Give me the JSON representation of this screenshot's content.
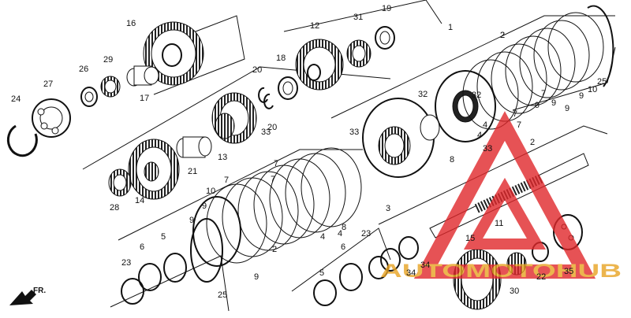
{
  "callouts": [
    "16",
    "29",
    "26",
    "27",
    "17",
    "24",
    "12",
    "31",
    "19",
    "18",
    "20",
    "20",
    "13",
    "21",
    "28",
    "14",
    "1",
    "2",
    "25",
    "10",
    "9",
    "9",
    "7",
    "9",
    "7",
    "7",
    "32",
    "33",
    "4",
    "4",
    "33",
    "8",
    "2",
    "3",
    "8",
    "4",
    "4",
    "7",
    "7",
    "10",
    "11",
    "33",
    "32",
    "9",
    "9",
    "9",
    "9",
    "7",
    "2",
    "2",
    "25",
    "6",
    "5",
    "23",
    "6",
    "5",
    "23",
    "34",
    "34",
    "15",
    "30",
    "22",
    "35"
  ],
  "fr_label": "FR.",
  "watermark": {
    "text": "AUTOMOTOHUB",
    "triangle_color": "#e0282b",
    "text_color": "#e8a322"
  }
}
